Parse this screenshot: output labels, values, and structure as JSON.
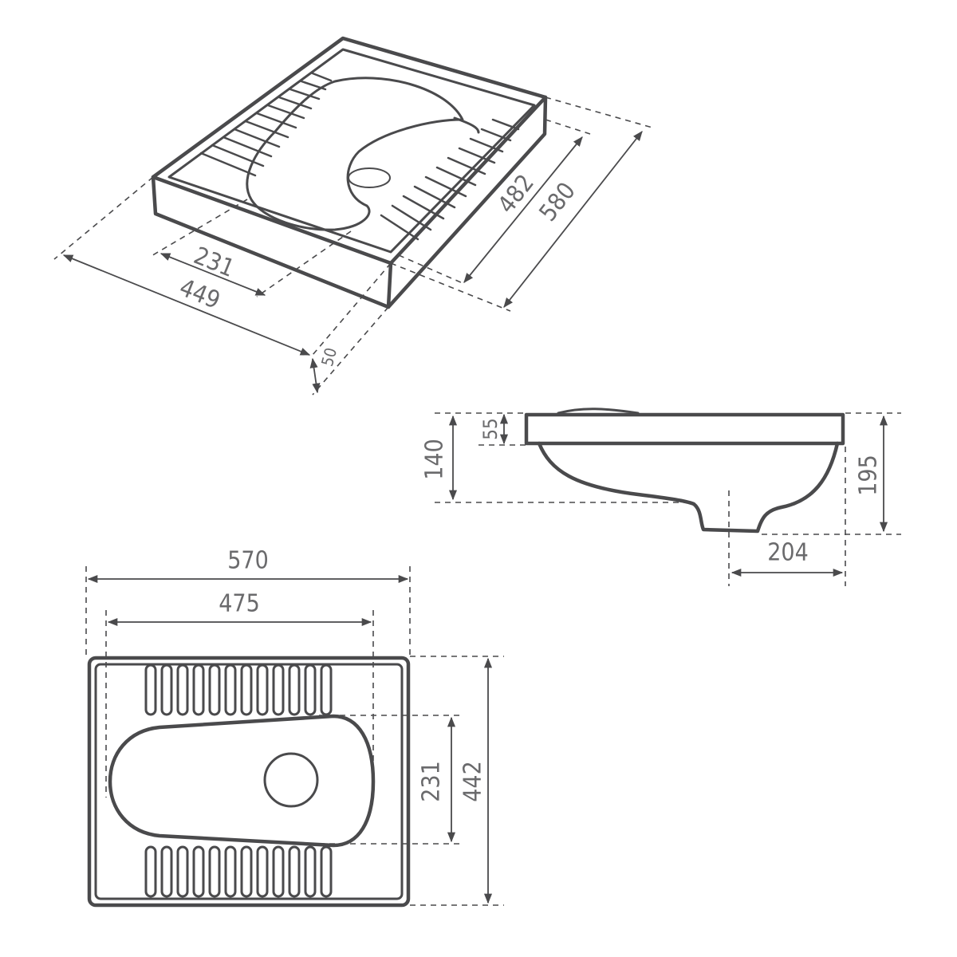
{
  "dimensions": {
    "iso_inner_width": "231",
    "iso_outer_width": "449",
    "iso_inner_length": "482",
    "iso_outer_length": "580",
    "iso_height": "50",
    "side_rim": "55",
    "side_depth": "140",
    "side_total_height": "195",
    "side_outlet": "204",
    "top_total_length": "570",
    "top_inner_length": "475",
    "top_inner_width": "231",
    "top_total_width": "442"
  }
}
